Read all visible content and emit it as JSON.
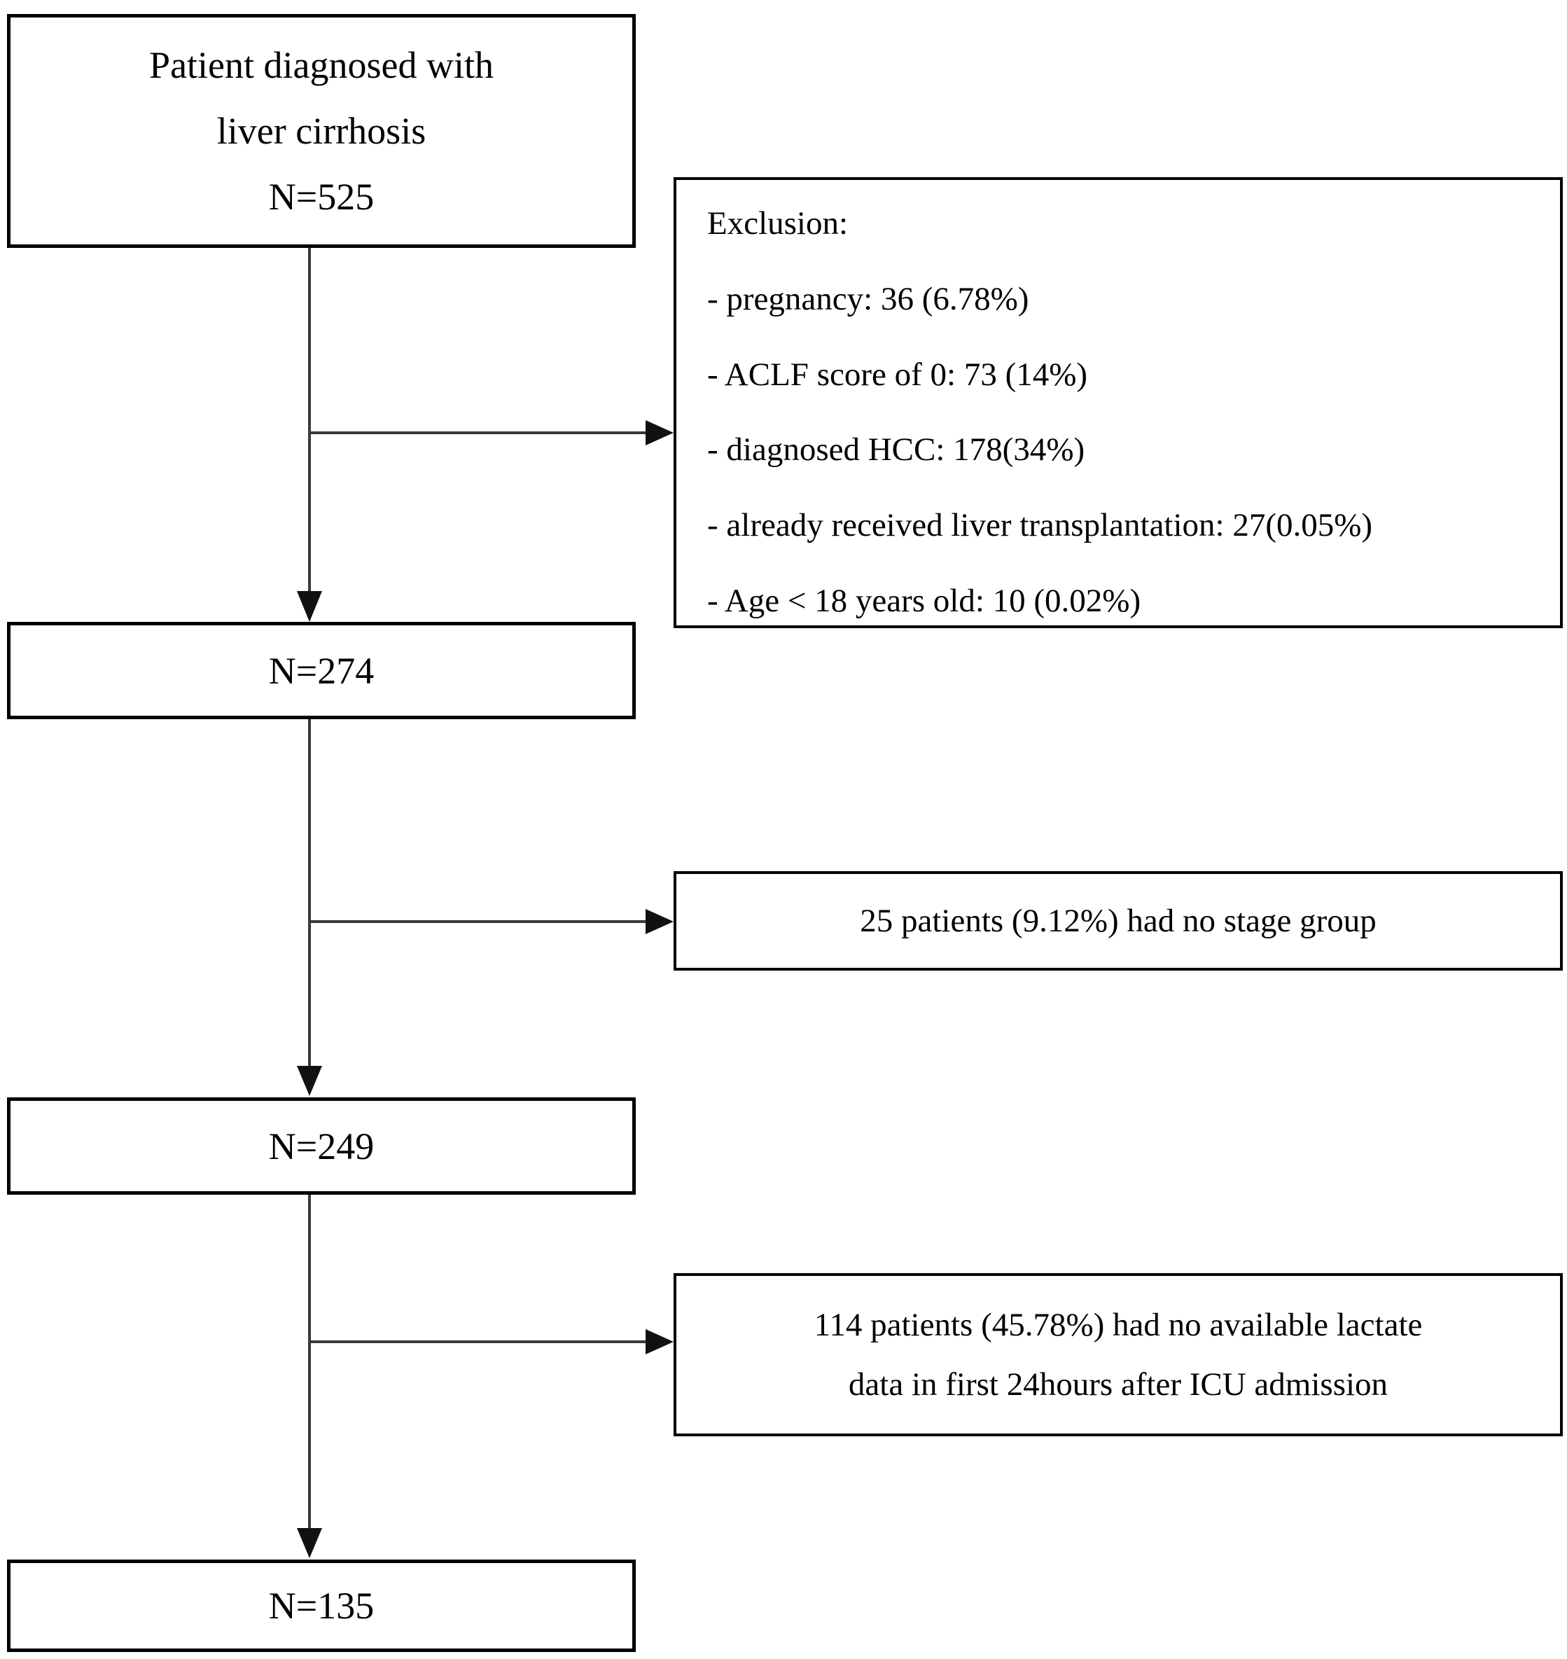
{
  "diagram": {
    "title_semantic": "Patient selection flowchart",
    "boxes": {
      "n525": {
        "line1": "Patient diagnosed with",
        "line2": "liver cirrhosis",
        "line3": "N=525"
      },
      "n274": {
        "label": "N=274"
      },
      "n249": {
        "label": "N=249"
      },
      "n135": {
        "label": "N=135"
      }
    },
    "side_boxes": {
      "exclusion": {
        "title": "Exclusion:",
        "items": [
          "- pregnancy: 36 (6.78%)",
          "- ACLF score of 0: 73 (14%)",
          "- diagnosed HCC: 178(34%)",
          "- already received liver transplantation: 27(0.05%)",
          "- Age < 18 years old: 10 (0.02%)"
        ]
      },
      "no_stage": {
        "label": "25 patients (9.12%) had no stage group"
      },
      "no_lactate": {
        "line1": "114 patients (45.78%) had no available lactate",
        "line2": "data in first 24hours after ICU admission"
      }
    },
    "colors": {
      "box_border": "#000000",
      "connector_line": "#3a3a3a",
      "arrowhead": "#111111",
      "text": "#000000",
      "background": "#ffffff"
    }
  }
}
